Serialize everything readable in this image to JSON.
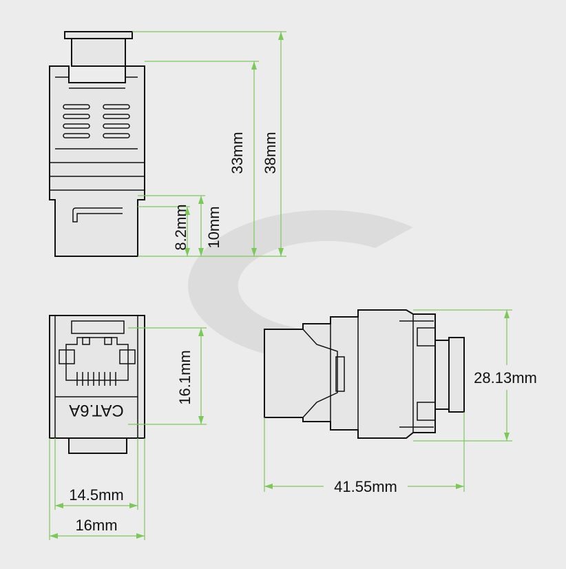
{
  "diagram": {
    "colors": {
      "dimension_line": "#7dc85a",
      "outline": "#111111",
      "background": "#ececec",
      "watermark": "#dddddd"
    },
    "top_view": {
      "dim_height_total": "38mm",
      "dim_height_body": "33mm",
      "dim_clip_inner": "8.2mm",
      "dim_clip_outer": "10mm"
    },
    "front_view": {
      "label": "CAT.6A",
      "dim_port_height": "16.1mm",
      "dim_width_inner": "14.5mm",
      "dim_width_outer": "16mm"
    },
    "side_view": {
      "dim_height": "28.13mm",
      "dim_length": "41.55mm"
    }
  }
}
